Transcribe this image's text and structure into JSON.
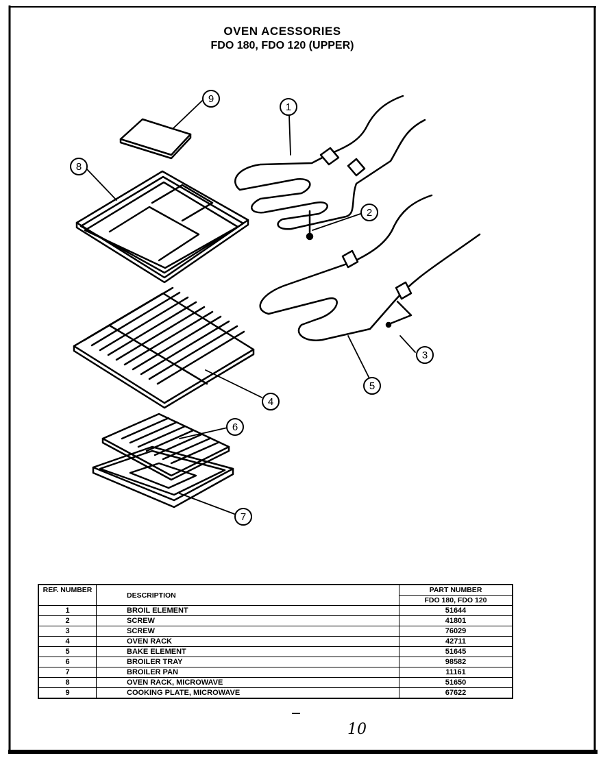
{
  "title": {
    "line1": "OVEN ACESSORIES",
    "line2": "FDO 180, FDO 120 (UPPER)"
  },
  "callouts": [
    "1",
    "2",
    "3",
    "4",
    "5",
    "6",
    "7",
    "8",
    "9"
  ],
  "table": {
    "headers": {
      "ref": "REF. NUMBER",
      "description": "DESCRIPTION",
      "part_number": "PART NUMBER",
      "models": "FDO 180, FDO 120"
    },
    "rows": [
      {
        "ref": "1",
        "description": "BROIL ELEMENT",
        "part": "51644"
      },
      {
        "ref": "2",
        "description": "SCREW",
        "part": "41801"
      },
      {
        "ref": "3",
        "description": "SCREW",
        "part": "76029"
      },
      {
        "ref": "4",
        "description": "OVEN RACK",
        "part": "42711"
      },
      {
        "ref": "5",
        "description": "BAKE ELEMENT",
        "part": "51645"
      },
      {
        "ref": "6",
        "description": "BROILER TRAY",
        "part": "98582"
      },
      {
        "ref": "7",
        "description": "BROILER PAN",
        "part": "11161"
      },
      {
        "ref": "8",
        "description": "OVEN RACK, MICROWAVE",
        "part": "51650"
      },
      {
        "ref": "9",
        "description": "COOKING PLATE, MICROWAVE",
        "part": "67622"
      }
    ]
  },
  "page_note": "10"
}
